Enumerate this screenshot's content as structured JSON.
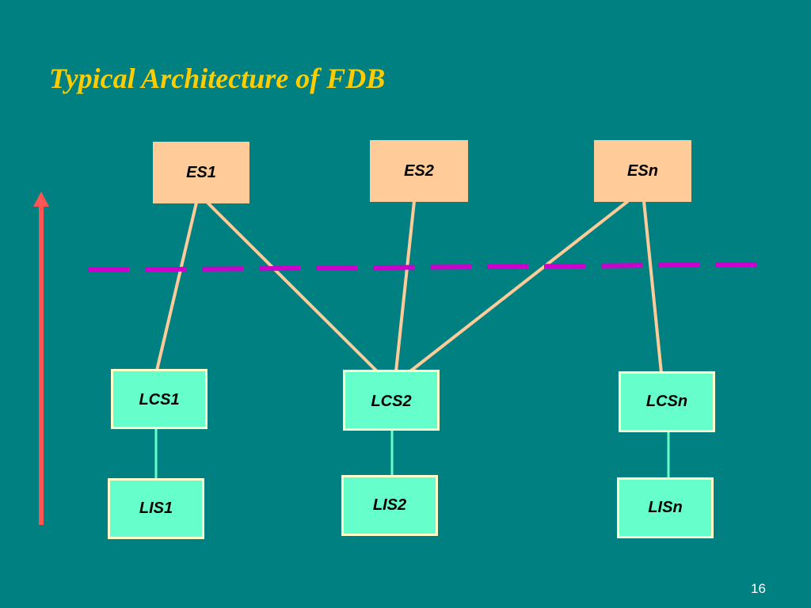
{
  "slide": {
    "title": "Typical Architecture of FDB",
    "page_number": "16"
  },
  "colors": {
    "background": "#008080",
    "title": "#FFCC00",
    "es_box": "#FFCC99",
    "lower_box": "#66FFCC",
    "lower_box_border": "#FFFFCC",
    "es_link": "#FFCC99",
    "lis_link": "#66FFCC",
    "divider": "#CC00CC",
    "arrow": "#FF5555"
  },
  "diagram": {
    "export_schemas": [
      {
        "id": "es1",
        "label": "ES1"
      },
      {
        "id": "es2",
        "label": "ES2"
      },
      {
        "id": "esn",
        "label": "ESn"
      }
    ],
    "local_conceptual_schemas": [
      {
        "id": "lcs1",
        "label": "LCS1"
      },
      {
        "id": "lcs2",
        "label": "LCS2"
      },
      {
        "id": "lcsn",
        "label": "LCSn"
      }
    ],
    "local_internal_schemas": [
      {
        "id": "lis1",
        "label": "LIS1"
      },
      {
        "id": "lis2",
        "label": "LIS2"
      },
      {
        "id": "lisn",
        "label": "LISn"
      }
    ],
    "edges": [
      {
        "from": "es1",
        "to": "lcs1"
      },
      {
        "from": "es1",
        "to": "lcs2"
      },
      {
        "from": "es2",
        "to": "lcs2"
      },
      {
        "from": "esn",
        "to": "lcs2"
      },
      {
        "from": "esn",
        "to": "lcsn"
      },
      {
        "from": "lcs1",
        "to": "lis1"
      },
      {
        "from": "lcs2",
        "to": "lis2"
      },
      {
        "from": "lcsn",
        "to": "lisn"
      }
    ]
  }
}
